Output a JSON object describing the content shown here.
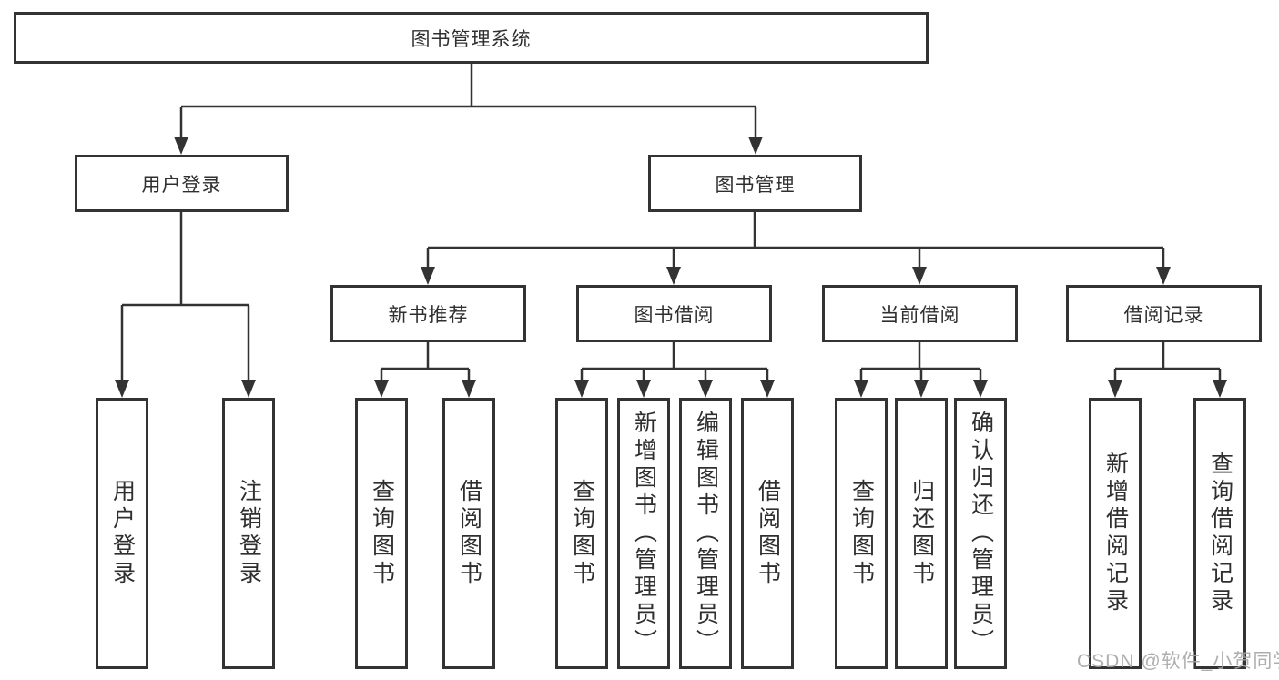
{
  "page": {
    "background": "#ffffff"
  },
  "colors": {
    "line": "#333333",
    "box_border": "#333333",
    "text": "#2f2f2f",
    "watermark": "#a5a5a5"
  },
  "watermark": {
    "text": "CSDN @软件_小贺同学"
  },
  "diagram": {
    "root": {
      "label": "图书管理系统"
    },
    "branches": [
      {
        "label": "用户登录",
        "leaves": [
          {
            "label": "用户登录"
          },
          {
            "label": "注销登录"
          }
        ]
      },
      {
        "label": "图书管理",
        "groups": [
          {
            "label": "新书推荐",
            "leaves": [
              {
                "label": "查询图书"
              },
              {
                "label": "借阅图书"
              }
            ]
          },
          {
            "label": "图书借阅",
            "leaves": [
              {
                "label": "查询图书"
              },
              {
                "label": "新增图书（管理员）"
              },
              {
                "label": "编辑图书（管理员）"
              },
              {
                "label": "借阅图书"
              }
            ]
          },
          {
            "label": "当前借阅",
            "leaves": [
              {
                "label": "查询图书"
              },
              {
                "label": "归还图书"
              },
              {
                "label": "确认归还（管理员）"
              }
            ]
          },
          {
            "label": "借阅记录",
            "leaves": [
              {
                "label": "新增借阅记录"
              },
              {
                "label": "查询借阅记录"
              }
            ]
          }
        ]
      }
    ]
  }
}
